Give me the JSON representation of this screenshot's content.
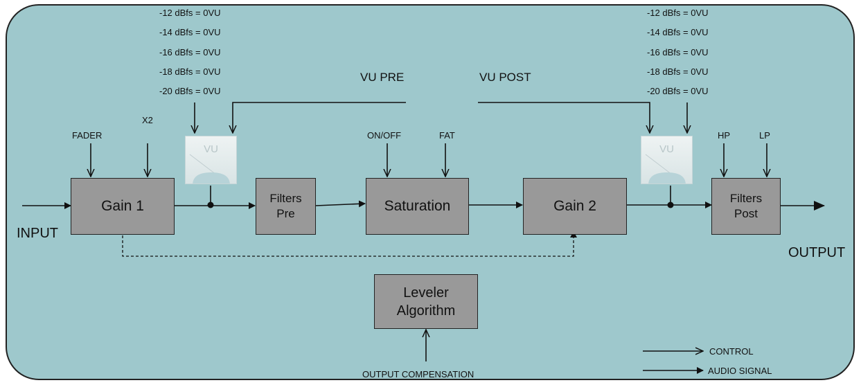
{
  "blocks": {
    "gain1": "Gain 1",
    "filters_pre": [
      "Filters",
      "Pre"
    ],
    "saturation": "Saturation",
    "gain2": "Gain 2",
    "filters_post": [
      "Filters",
      "Post"
    ],
    "leveler": [
      "Leveler",
      "Algorithm"
    ]
  },
  "vu_meters": {
    "pre_label": "VU",
    "post_label": "VU"
  },
  "vu_scale_options": [
    "-12 dBfs = 0VU",
    "-14 dBfs = 0VU",
    "-16 dBfs = 0VU",
    "-18 dBfs = 0VU",
    "-20 dBfs = 0VU"
  ],
  "controls": {
    "fader": "FADER",
    "x2": "X2",
    "on_off": "ON/OFF",
    "fat": "FAT",
    "hp": "HP",
    "lp": "LP",
    "vu_pre": "VU PRE",
    "vu_post": "VU POST",
    "output_compensation": "OUTPUT COMPENSATION"
  },
  "io": {
    "input": "INPUT",
    "output": "OUTPUT"
  },
  "legend": {
    "control": "CONTROL",
    "audio_signal": "AUDIO SIGNAL"
  }
}
